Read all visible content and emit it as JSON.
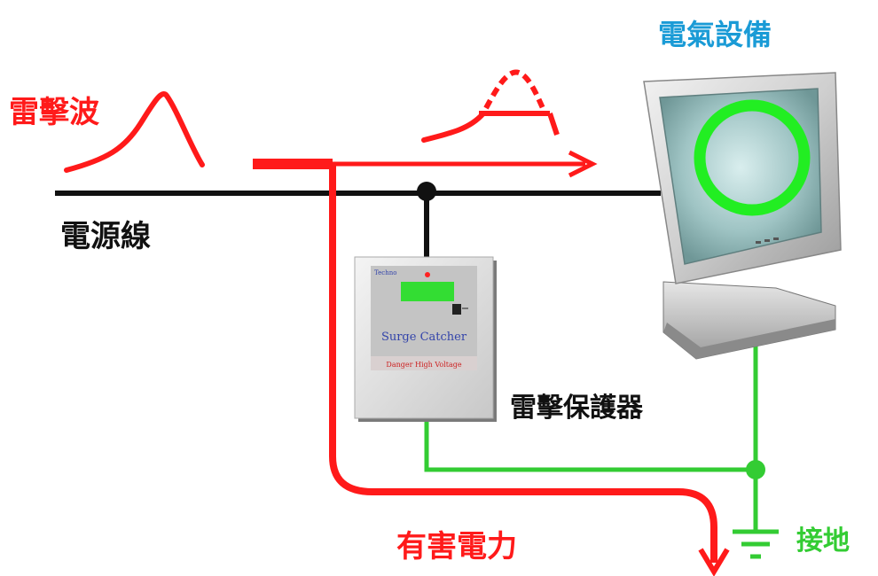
{
  "labels": {
    "surge_wave": "雷擊波",
    "power_line": "電源線",
    "equipment": "電氣設備",
    "protector": "雷擊保護器",
    "harmful_power": "有害電力",
    "ground": "接地"
  },
  "device": {
    "top_text": "Techno",
    "name": "Surge Catcher",
    "warning": "Danger High Voltage"
  },
  "colors": {
    "surge": "#ff1a1a",
    "equipment_label": "#1a9bd6",
    "ground": "#33cc33",
    "power_line": "#111111"
  }
}
